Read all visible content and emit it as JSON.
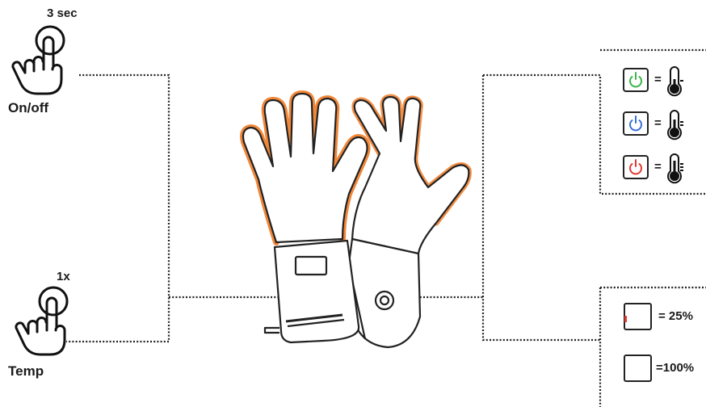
{
  "onoff": {
    "duration": "3 sec",
    "label": "On/off"
  },
  "temp": {
    "count": "1x",
    "label": "Temp"
  },
  "temp_legend": {
    "items": [
      {
        "equals": "=",
        "power_color": "#3bb54a",
        "level": "low"
      },
      {
        "equals": "=",
        "power_color": "#3a6fd8",
        "level": "medium"
      },
      {
        "equals": "=",
        "power_color": "#e03a2f",
        "level": "high"
      }
    ]
  },
  "battery_legend": {
    "items": [
      {
        "text": "= 25%",
        "indicator_color": "#e03a2f"
      },
      {
        "text": "=100%",
        "indicator_color": "#ffffff"
      }
    ]
  },
  "colors": {
    "glow": "#f07a24",
    "line": "#1a1a1a"
  }
}
